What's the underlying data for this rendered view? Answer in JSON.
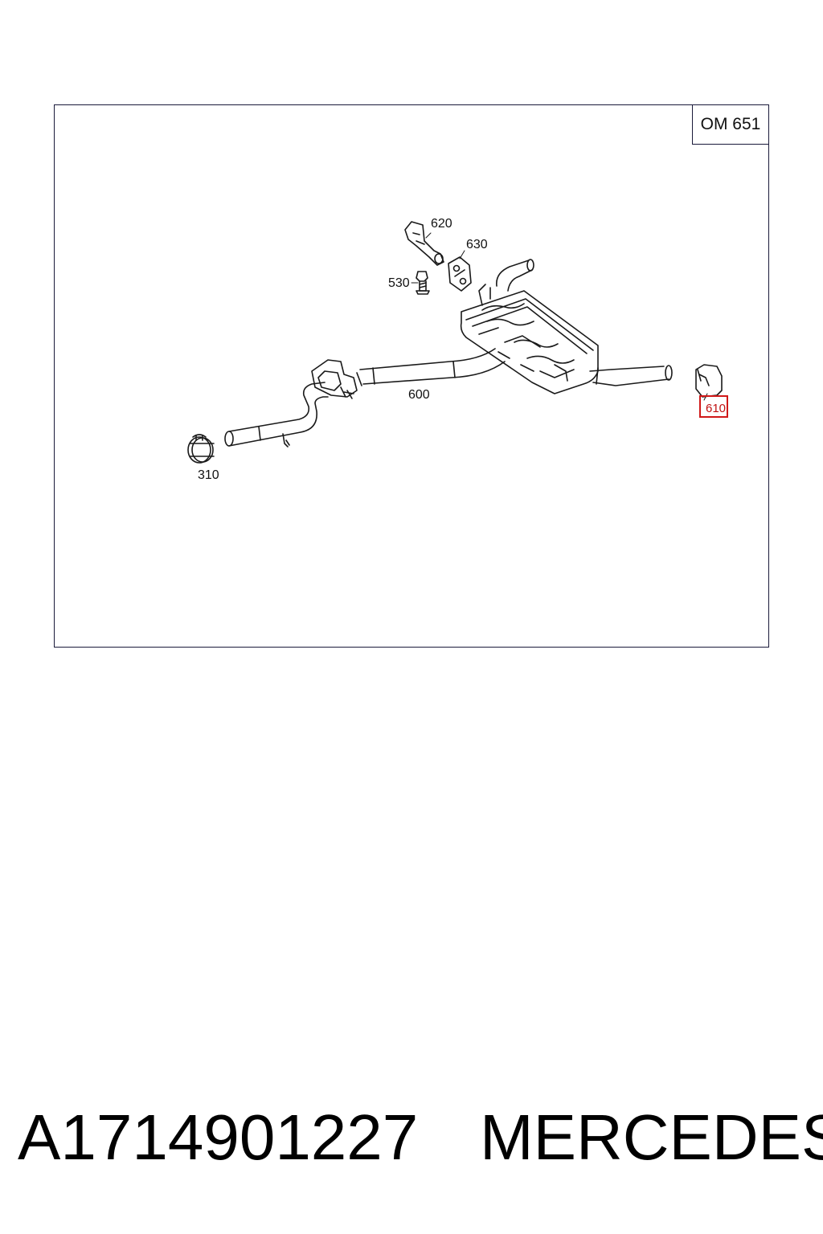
{
  "diagram": {
    "engine_label": "OM 651",
    "callouts": {
      "c310": "310",
      "c530": "530",
      "c600": "600",
      "c610": "610",
      "c620": "620",
      "c630": "630"
    },
    "highlighted_callout": "610",
    "highlight_color": "#d01818",
    "line_color": "#1a1a1a"
  },
  "footer": {
    "part_number": "A1714901227",
    "brand": "MERCEDES"
  }
}
